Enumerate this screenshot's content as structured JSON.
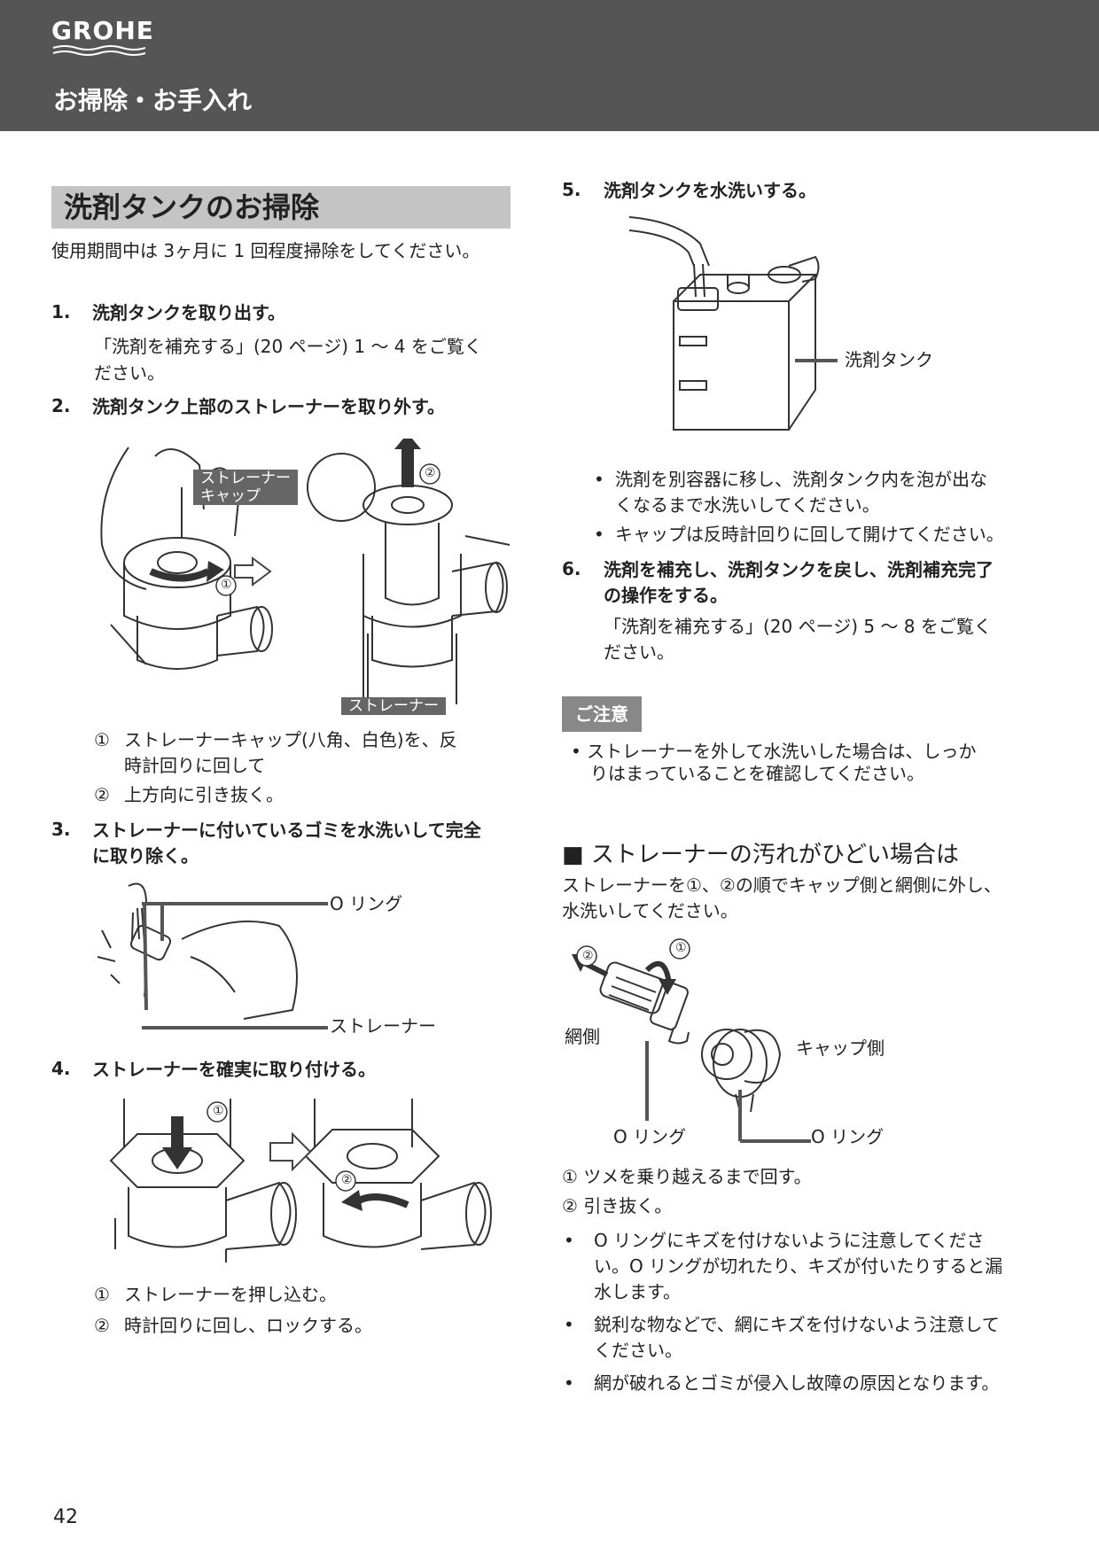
{
  "header": {
    "brand": "GROHE",
    "title": "お掃除・お手入れ"
  },
  "left": {
    "section_title": "洗剤タンクのお掃除",
    "intro": "使用期間中は 3ヶ月に 1 回程度掃除をしてください。",
    "step1": {
      "num": "1.",
      "title": "洗剤タンクを取り出す。",
      "body_l1": "「洗剤を補充する」(20 ページ) 1 ～ 4 をご覧く",
      "body_l2": "ださい。"
    },
    "step2": {
      "num": "2.",
      "title": "洗剤タンク上部のストレーナーを取り外す。",
      "label_cap_l1": "ストレーナー",
      "label_cap_l2": "キャップ",
      "label_strainer": "ストレーナー",
      "m1": "①",
      "m2": "②",
      "sub1_mark": "①",
      "sub1_l1": "ストレーナーキャップ(八角、白色)を、反",
      "sub1_l2": "時計回りに回して",
      "sub2_mark": "②",
      "sub2": "上方向に引き抜く。"
    },
    "step3": {
      "num": "3.",
      "title_l1": "ストレーナーに付いているゴミを水洗いして完全",
      "title_l2": "に取り除く。",
      "label_oring": "O リング",
      "label_strainer": "ストレーナー"
    },
    "step4": {
      "num": "4.",
      "title": "ストレーナーを確実に取り付ける。",
      "m1": "①",
      "m2": "②",
      "sub1_mark": "①",
      "sub1": "ストレーナーを押し込む。",
      "sub2_mark": "②",
      "sub2": "時計回りに回し、ロックする。"
    }
  },
  "right": {
    "step5": {
      "num": "5.",
      "title": "洗剤タンクを水洗いする。",
      "label_tank": "洗剤タンク",
      "b1_l1": "洗剤を別容器に移し、洗剤タンク内を泡が出な",
      "b1_l2": "くなるまで水洗いしてください。",
      "b2": "キャップは反時計回りに回して開けてください。"
    },
    "step6": {
      "num": "6.",
      "title_l1": "洗剤を補充し、洗剤タンクを戻し、洗剤補充完了",
      "title_l2": "の操作をする。",
      "body_l1": "「洗剤を補充する」(20 ページ) 5 ～ 8 をご覧く",
      "body_l2": "ださい。"
    },
    "caution": {
      "badge": "ご注意",
      "l1": "• ストレーナーを外して水洗いした場合は、しっか",
      "l2": "りはまっていることを確認してください。"
    },
    "dirty": {
      "heading": "■ ストレーナーの汚れがひどい場合は",
      "l1": "ストレーナーを①、②の順でキャップ側と網側に外し、",
      "l2": "水洗いしてください。",
      "label_net": "網側",
      "label_cap": "キャップ側",
      "label_oring1": "O リング",
      "label_oring2": "O リング",
      "m1": "①",
      "m2": "②",
      "s1": "① ツメを乗り越えるまで回す。",
      "s2": "② 引き抜く。",
      "b1_l1": "O リングにキズを付けないように注意してくださ",
      "b1_l2": "い。O リングが切れたり、キズが付いたりすると漏",
      "b1_l3": "水します。",
      "b2_l1": "鋭利な物などで、網にキズを付けないよう注意して",
      "b2_l2": "ください。",
      "b3": "網が破れるとゴミが侵入し故障の原因となります。",
      "bullet": "•"
    }
  },
  "footer": {
    "page_number": "42"
  }
}
